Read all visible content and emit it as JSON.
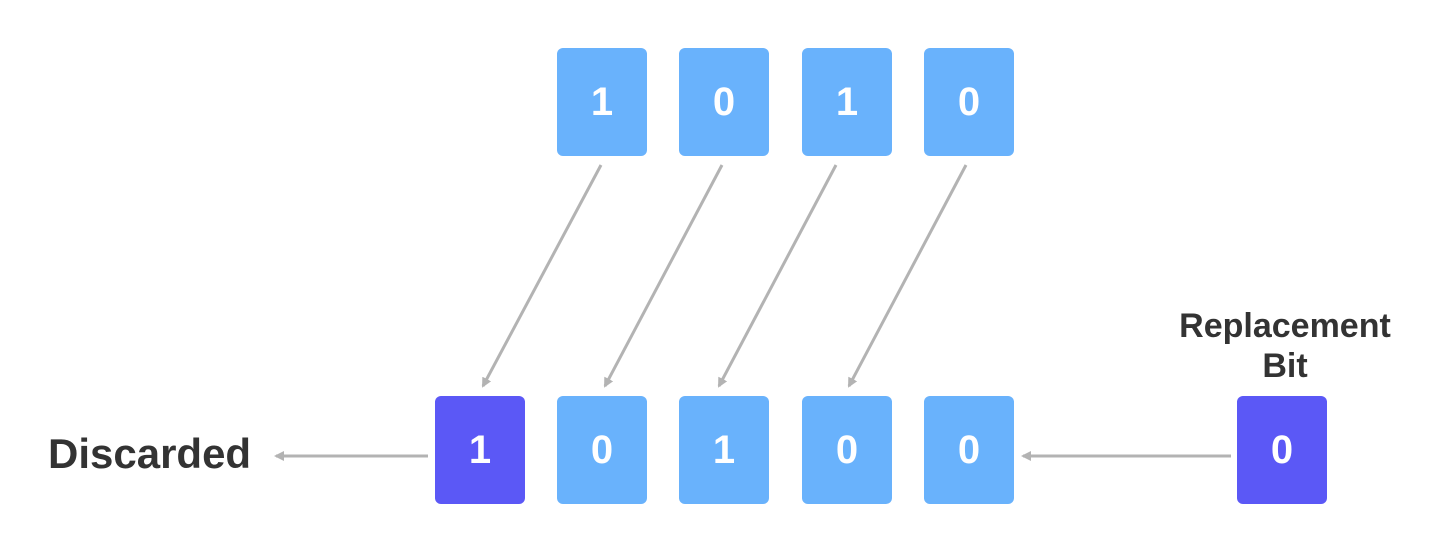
{
  "colors": {
    "light_box": "#69b2fc",
    "dark_box": "#5b58f6",
    "arrow": "#b3b3b3",
    "label_text": "#333333"
  },
  "original": {
    "bits": [
      "1",
      "0",
      "1",
      "0"
    ]
  },
  "shifted": {
    "bits": [
      "1",
      "0",
      "1",
      "0",
      "0"
    ]
  },
  "replacement": {
    "bit": "0",
    "label_line1": "Replacement",
    "label_line2": "Bit"
  },
  "discarded_label": "Discarded"
}
